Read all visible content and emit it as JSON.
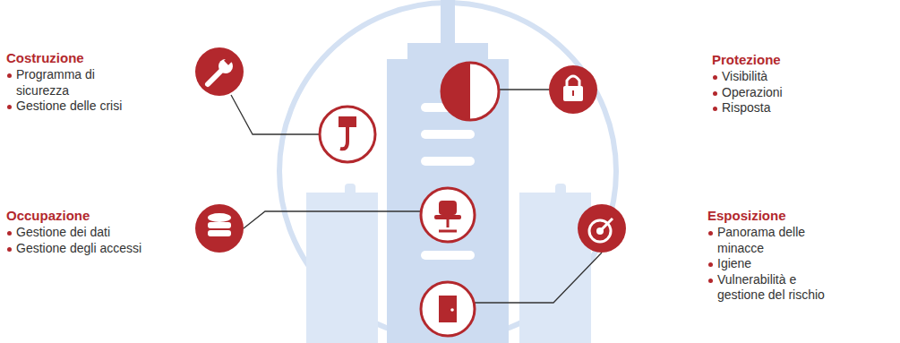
{
  "diagram": {
    "nodes": [
      {
        "text": [
          "Costruzione",
          "Programma di sicurezza",
          "Gestione delle crisi"
        ]
      },
      {
        "text": [
          "Occupazione",
          "Gestione dei dati",
          "Gestione degli accessi"
        ]
      },
      {
        "text": [
          "Protezione",
          "Visibilità",
          "Operazioni",
          "Risposta"
        ]
      },
      {
        "text": [
          "Esposizione",
          "Panorama delle minacce",
          "Igiene",
          "Vulnerabilità e gestione del rischio"
        ]
      }
    ]
  }
}
